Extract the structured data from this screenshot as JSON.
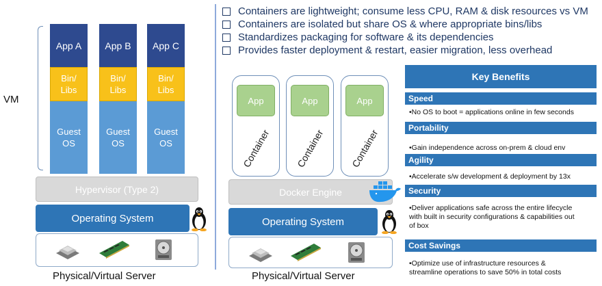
{
  "bullets": [
    "Containers are lightweight; consume less CPU, RAM & disk resources vs VM",
    "Containers are isolated but share OS & where appropriate bins/libs",
    "Standardizes packaging for software & its dependencies",
    "Provides faster deployment & restart, easier migration, less overhead"
  ],
  "vm": {
    "side_label": "VM",
    "stacks": [
      {
        "app": "App A",
        "bins": "Bin/ Libs",
        "guest": "Guest OS"
      },
      {
        "app": "App B",
        "bins": "Bin/ Libs",
        "guest": "Guest OS"
      },
      {
        "app": "App C",
        "bins": "Bin/ Libs",
        "guest": "Guest OS"
      }
    ],
    "hypervisor": "Hypervisor (Type 2)",
    "os": "Operating System",
    "server_label": "Physical/Virtual Server"
  },
  "containers": {
    "items": [
      {
        "app": "App",
        "label": "Container"
      },
      {
        "app": "App",
        "label": "Container"
      },
      {
        "app": "App",
        "label": "Container"
      }
    ],
    "engine": "Docker Engine",
    "os": "Operating System",
    "server_label": "Physical/Virtual Server"
  },
  "key_benefits": {
    "title": "Key Benefits",
    "items": [
      {
        "name": "Speed",
        "text": "•No OS to boot = applications online in few seconds"
      },
      {
        "name": "Portability",
        "text": "•Gain independence across on-prem & cloud env"
      },
      {
        "name": "Agility",
        "text": "•Accelerate s/w development & deployment by 13x"
      },
      {
        "name": "Security",
        "text": "•Deliver applications safe across the entire lifecycle with built in security configurations & capabilities out of box"
      },
      {
        "name": "Cost Savings",
        "text": "•Optimize use of infrastructure resources & streamline operations to save 50% in total costs"
      }
    ]
  },
  "colors": {
    "app_blue": "#2e4a8f",
    "bins_yellow": "#f8c11a",
    "guest_blue": "#5b9bd5",
    "os_blue": "#2e75b6",
    "hypervisor_gray": "#d9d9d9",
    "container_app_green": "#a9d18e"
  }
}
